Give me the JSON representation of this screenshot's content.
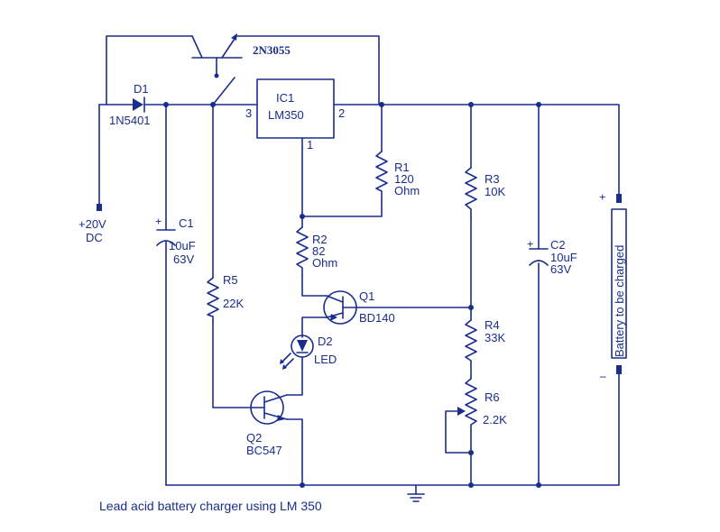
{
  "caption": "Lead acid battery charger using LM 350",
  "colors": {
    "wire": "#1a2d8c",
    "background": "#ffffff"
  },
  "components": {
    "d1": {
      "ref": "D1",
      "value": "1N5401"
    },
    "t_pass": {
      "value": "2N3055"
    },
    "ic1": {
      "ref": "IC1",
      "value": "LM350",
      "pin_in": "3",
      "pin_out": "2",
      "pin_adj": "1"
    },
    "r1": {
      "ref": "R1",
      "value_a": "120",
      "value_b": "Ohm"
    },
    "r2": {
      "ref": "R2",
      "value_a": "82",
      "value_b": "Ohm"
    },
    "r3": {
      "ref": "R3",
      "value": "10K"
    },
    "r4": {
      "ref": "R4",
      "value": "33K"
    },
    "r5": {
      "ref": "R5",
      "value": "22K"
    },
    "r6": {
      "ref": "R6",
      "value": "2.2K"
    },
    "c1": {
      "ref": "C1",
      "value_a": "10uF",
      "value_b": "63V",
      "polarity": "+"
    },
    "c2": {
      "ref": "C2",
      "value_a": "10uF",
      "value_b": "63V",
      "polarity": "+"
    },
    "q1": {
      "ref": "Q1",
      "value": "BD140"
    },
    "q2": {
      "ref": "Q2",
      "value": "BC547"
    },
    "d2": {
      "ref": "D2",
      "value": "LED"
    }
  },
  "supply": {
    "voltage": "+20V",
    "type": "DC"
  },
  "battery": {
    "label": "Battery to be charged",
    "plus": "+",
    "minus": "–"
  }
}
